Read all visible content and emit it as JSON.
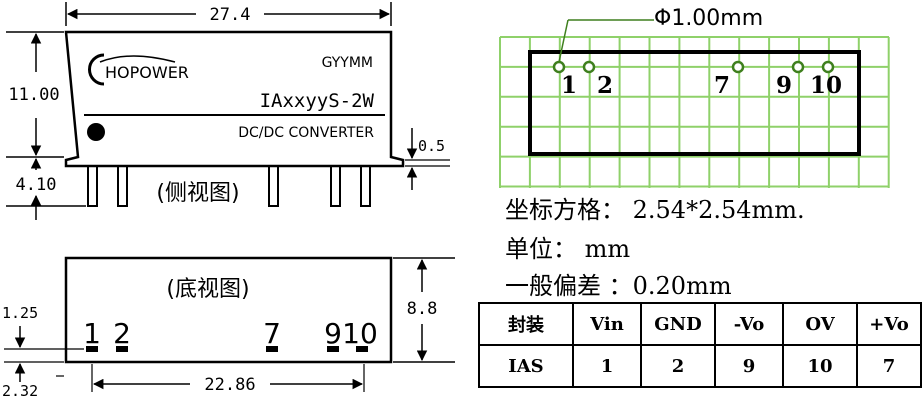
{
  "side_view": {
    "width_dim": "27.4",
    "height_dim": "11.00",
    "pin_length_dim": "4.10",
    "pin_thickness_dim": "0.5",
    "logo_text": "HOPOWER",
    "date_code": "GYYMM",
    "model": "IAxxyyS-2W",
    "type": "DC/DC  CONVERTER",
    "caption": "(侧视图)"
  },
  "bottom_view": {
    "caption": "(底视图)",
    "pin_labels": [
      "1",
      "2",
      "7",
      "9",
      "10"
    ],
    "height_dim": "8.8",
    "offset_dim": "1.25",
    "edge_dim": "2.32",
    "span_dim": "22.86"
  },
  "pcb_view": {
    "hole_dim": "Φ1.00mm",
    "pin_labels": [
      "1",
      "2",
      "7",
      "9",
      "10"
    ],
    "grid_color": "#8fd16a"
  },
  "info": {
    "grid_spacing": "坐标方格： 2.54*2.54mm.",
    "unit": "单位： mm",
    "tolerance": "一般偏差 ：0.20mm"
  },
  "pin_table": {
    "headers": [
      "封装",
      "Vin",
      "GND",
      "-Vo",
      "OV",
      "+Vo"
    ],
    "row": [
      "IAS",
      "1",
      "2",
      "9",
      "10",
      "7"
    ]
  }
}
